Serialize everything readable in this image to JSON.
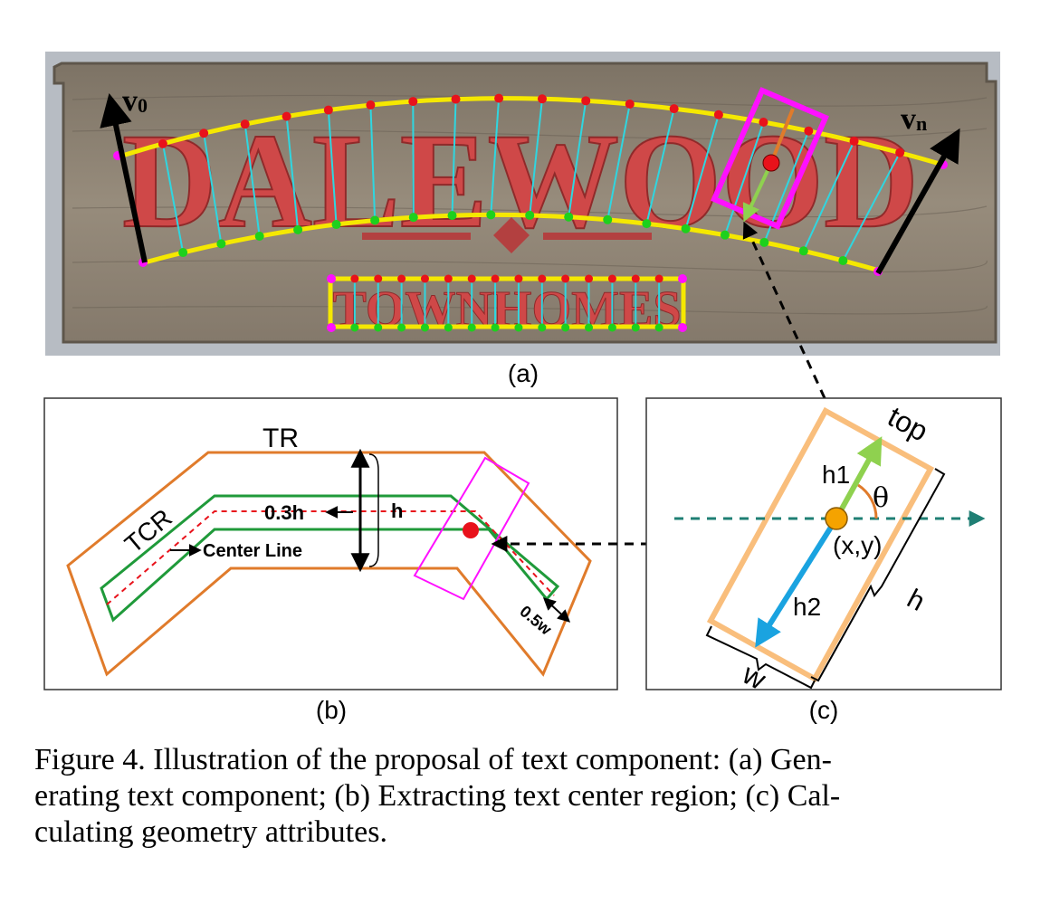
{
  "panel_a": {
    "sign_word_1": "DALEWOOD",
    "sign_word_2": "TOWNHOMES",
    "v0_label": "v",
    "v0_sub": "0",
    "vn_label": "v",
    "vn_sub": "n",
    "label": "(a)"
  },
  "panel_b": {
    "tr_label": "TR",
    "tcr_label": "TCR",
    "center_line_label": "Center Line",
    "h_label": "h",
    "ratio_h_label": "0.3h",
    "ratio_w_label": "0.5w",
    "label": "(b)"
  },
  "panel_c": {
    "top_label": "top",
    "h1_label": "h1",
    "theta_label": "θ",
    "point_label": "(x,y)",
    "h_label": "h",
    "h2_label": "h2",
    "w_label": "w",
    "label": "(c)"
  },
  "caption": {
    "line1": "Figure 4. Illustration of the proposal of text component: (a) Gen-",
    "line2": "erating text component; (b) Extracting text center region; (c) Cal-",
    "line3": "culating geometry attributes."
  },
  "colors": {
    "yellow_boundary": "#f5e800",
    "cyan_link": "#2fd6e0",
    "red_point": "#e8121b",
    "green_point": "#1dd01d",
    "magenta_box": "#ff10ff",
    "orange_region": "#e07b2b",
    "green_region": "#1f9a3a",
    "light_orange_box": "#f9be7c",
    "blue_arrow": "#1aa3e0",
    "light_green_arrow": "#8fd14f",
    "teal_dash": "#1f7f74",
    "letters_red": "#cf4848",
    "wood": "#8d8274"
  }
}
